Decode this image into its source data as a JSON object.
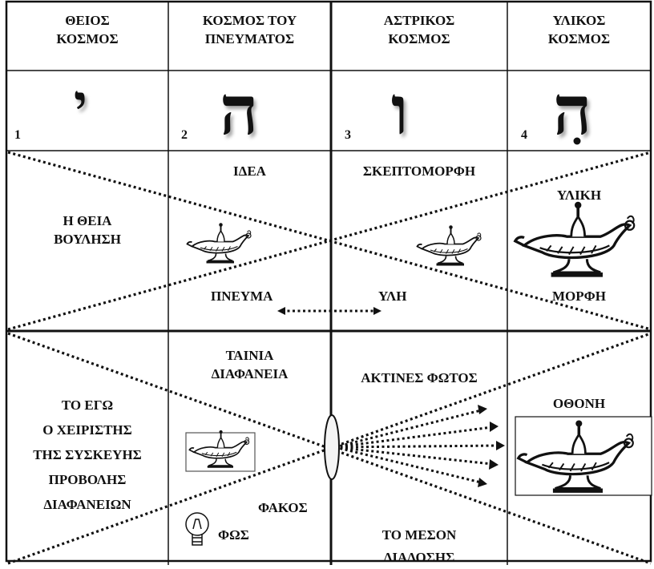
{
  "headers": {
    "divine": "ΘΕΙΟΣ\nΚΟΣΜΟΣ",
    "spirit": "ΚΟΣΜΟΣ ΤΟΥ\nΠΝΕΥΜΑΤΟΣ",
    "astral": "ΑΣΤΡΙΚΟΣ\nΚΟΣΜΟΣ",
    "material": "ΥΛΙΚΟΣ\nΚΟΣΜΟΣ"
  },
  "letters": {
    "yod": "י",
    "he1": "ה",
    "vav": "ו",
    "he2": "ה",
    "n1": "1",
    "n2": "2",
    "n3": "3",
    "n4": "4"
  },
  "middle": {
    "divine_will": "Η ΘΕΙΑ\nΒΟΥΛΗΣΗ",
    "idea": "ΙΔΕΑ",
    "thoughtform": "ΣΚΕΠΤΟΜΟΡΦΗ",
    "material": "ΥΛΙΚΗ",
    "spirit": "ΠΝΕΥΜΑ",
    "matter": "ΥΛΗ",
    "form": "ΜΟΡΦΗ"
  },
  "bottom": {
    "ego": "ΤΟ ΕΓΩ\nΟ ΧΕΙΡΙΣΤΗΣ\nΤΗΣ ΣΥΣΚΕΥΗΣ\nΠΡΟΒΟΛΗΣ\nΔΙΑΦΑΝΕΙΩΝ",
    "slide": "ΤΑΙΝΙΑ\nΔΙΑΦΑΝΕΙΑ",
    "rays": "ΑΚΤΙΝΕΣ ΦΩΤΟΣ",
    "screen": "ΟΘΟΝΗ",
    "lens": "ΦΑΚΟΣ",
    "light": "ΦΩΣ",
    "medium": "ΤΟ ΜΕΣΟΝ\nΔΙΑΔΟΣΗΣ"
  }
}
